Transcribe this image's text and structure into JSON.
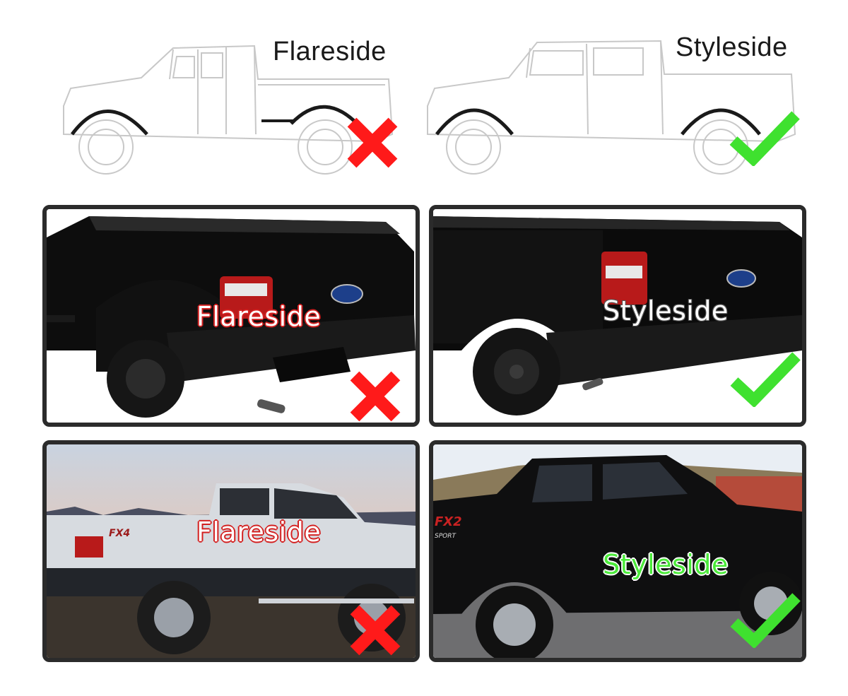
{
  "top_row": {
    "left": {
      "title": "Flareside",
      "mark": "cross-icon"
    },
    "right": {
      "title": "Styleside",
      "mark": "check-icon"
    }
  },
  "middle_row": {
    "left": {
      "label": "Flareside",
      "mark": "cross-icon"
    },
    "right": {
      "label": "Styleside",
      "mark": "check-icon"
    }
  },
  "bottom_row": {
    "left": {
      "label": "Flareside",
      "badge": "FX4",
      "mark": "cross-icon"
    },
    "right": {
      "label": "Styleside",
      "badge": "FX2",
      "badge_sub": "SPORT",
      "mark": "check-icon"
    }
  },
  "colors": {
    "cross": "#ff1a1a",
    "check": "#3fe12f",
    "frame": "#2b2b2b"
  }
}
